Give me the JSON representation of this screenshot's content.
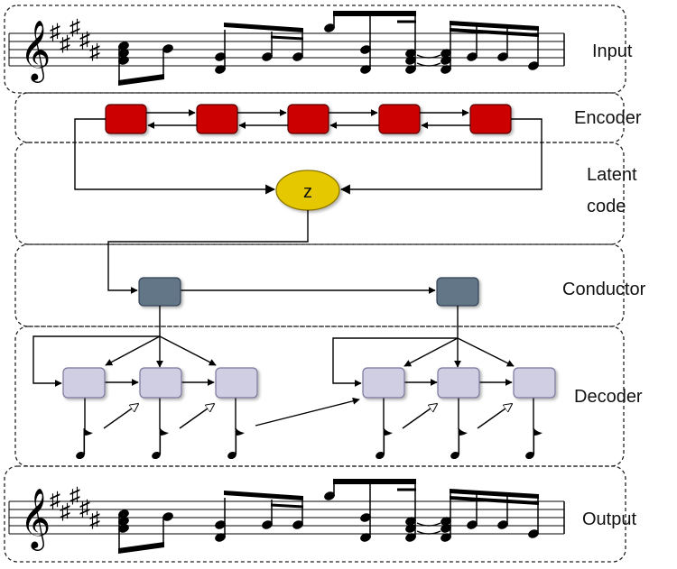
{
  "sections": {
    "input": "Input",
    "encoder": "Encoder",
    "latent_line1": "Latent",
    "latent_line2": "code",
    "conductor": "Conductor",
    "decoder": "Decoder",
    "output": "Output"
  },
  "latent_node": "z",
  "colors": {
    "encoder_fill": "#cc0000",
    "encoder_stroke": "#5a0000",
    "latent_fill": "#e6c800",
    "latent_stroke": "#8a7600",
    "conductor_fill": "#647687",
    "conductor_stroke": "#314354",
    "decoder_fill": "#d0cee2",
    "decoder_stroke": "#7a779c",
    "border": "#222222"
  },
  "counts": {
    "encoder_cells": 5,
    "conductor_cells": 2,
    "decoder_cells_per_group": 3
  }
}
